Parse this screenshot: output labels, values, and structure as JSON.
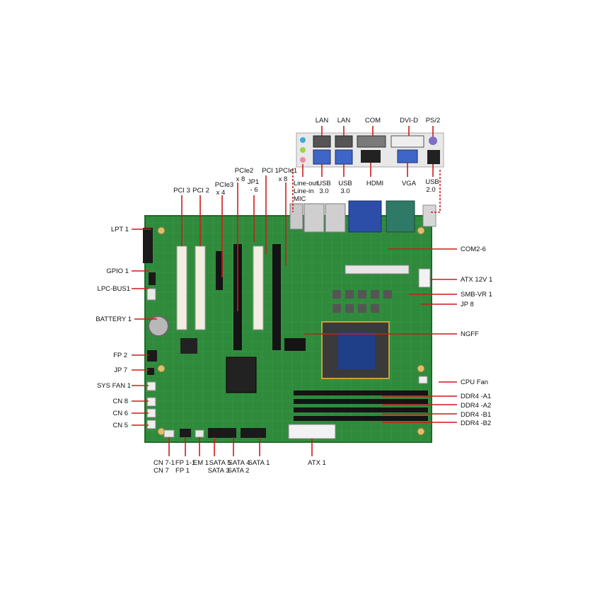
{
  "colors": {
    "board": "#2f8a3c",
    "board_dark": "#1f6a2a",
    "leader": "#d11919",
    "slot_white": "#f2efe2",
    "slot_black": "#141414",
    "io_panel": "#e8e8e8"
  },
  "labels": {
    "lan_1": "LAN",
    "lan_2": "LAN",
    "com": "COM",
    "dvi_d": "DVI-D",
    "ps2": "PS/2",
    "line_out": "Line-out",
    "line_in": "Line-in",
    "mic": "MIC",
    "usb30_1a": "USB",
    "usb30_1b": "3.0",
    "usb30_2a": "USB",
    "usb30_2b": "3.0",
    "hdmi": "HDMI",
    "vga": "VGA",
    "usb20_a": "USB",
    "usb20_b": "2.0",
    "pci3": "PCI 3",
    "pci2": "PCI 2",
    "pcie3_a": "PCIe3",
    "pcie3_b": "x 4",
    "pcie2_a": "PCIe2",
    "pcie2_b": "x 8",
    "jp1_a": "JP1",
    "jp1_b": "- 6",
    "pci1": "PCI 1",
    "pcie1_a": "PCIe1",
    "pcie1_b": "x 8",
    "lpt1": "LPT 1",
    "gpio1": "GPIO 1",
    "lpc_bus1": "LPC-BUS1",
    "battery1": "BATTERY 1",
    "fp2": "FP 2",
    "jp7": "JP 7",
    "sys_fan1": "SYS FAN 1",
    "cn8": "CN 8",
    "cn6": "CN 6",
    "cn5": "CN 5",
    "com2_6": "COM2-6",
    "atx12v1": "ATX 12V 1",
    "smb_vr1": "SMB-VR 1",
    "jp8": "JP 8",
    "ngff": "NGFF",
    "cpu_fan": "CPU Fan",
    "ddr4_a1": "DDR4 -A1",
    "ddr4_a2": "DDR4 -A2",
    "ddr4_b1": "DDR4 -B1",
    "ddr4_b2": "DDR4 -B2",
    "cn7_1": "CN 7-1",
    "cn7": "CN 7",
    "fp1_1": "FP 1-1",
    "fp1": "FP 1",
    "em1": "EM 1",
    "sata5": "SATA 5",
    "sata3": "SATA 3",
    "sata4": "SATA 4",
    "sata2": "SATA 2",
    "sata1": "SATA 1",
    "atx1": "ATX 1"
  }
}
